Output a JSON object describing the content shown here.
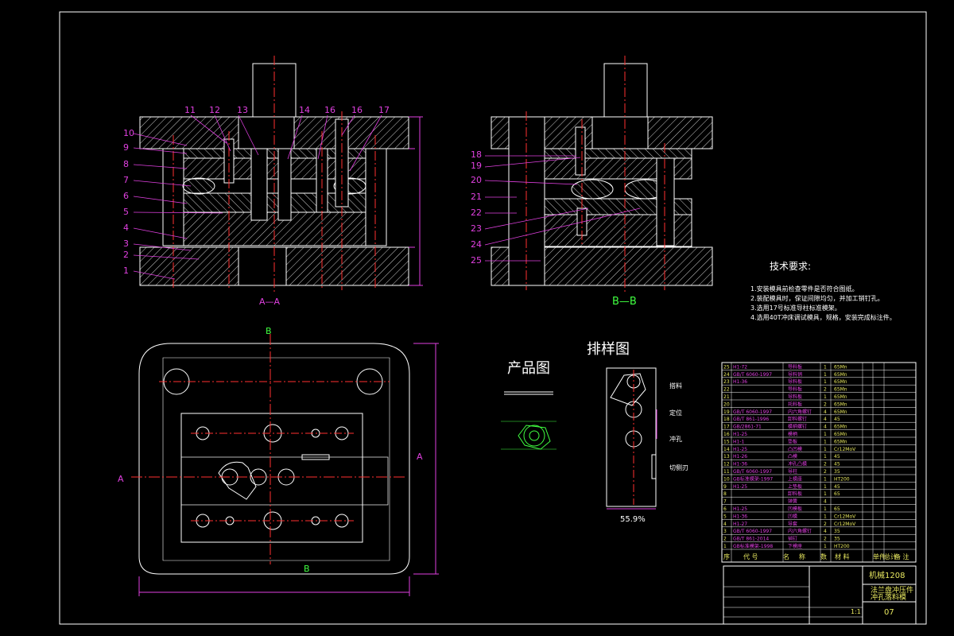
{
  "colors": {
    "background": "#000000",
    "frame": "#ffffff",
    "callout": "#e040e0",
    "section": "#40ff40",
    "center": "#ff3030",
    "dim": "#e040e0",
    "hatch": "#ffffff",
    "text": "#e8e860"
  },
  "section_aa": {
    "label": "A—A",
    "numbers_left": [
      "10",
      "9",
      "8",
      "7",
      "6",
      "5",
      "4",
      "3",
      "2",
      "1"
    ],
    "numbers_top": [
      "11",
      "12",
      "13",
      "14",
      "16",
      "16",
      "17"
    ]
  },
  "section_bb": {
    "label": "B—B",
    "numbers_left": [
      "18",
      "19",
      "20",
      "21",
      "22",
      "23",
      "24",
      "25"
    ]
  },
  "plan_view": {
    "mark_a_left": "A",
    "mark_a_right": "A",
    "mark_b_top": "B",
    "mark_b_bottom": "B"
  },
  "product": {
    "title": "产品图"
  },
  "layout_sheet": {
    "title": "排样图",
    "percent": "55.9%",
    "labels": [
      "搭料",
      "定位",
      "冲孔",
      "切侧刃"
    ]
  },
  "tech": {
    "title": "技术要求:",
    "items": [
      "1.安装模具前检查零件是否符合图纸。",
      "2.装配模具时，保证间隙均匀，并加工销钉孔。",
      "3.选用17号标准导柱标准模架。",
      "4.选用40T冲床调试模具，规格，安装完成标注件。"
    ]
  },
  "parts_table": {
    "rows": [
      {
        "no": "25",
        "code": "H1-72",
        "name": "导料板",
        "qty": "1",
        "mat": "65Mn"
      },
      {
        "no": "24",
        "code": "GB/T 6060-1997",
        "name": "导料销",
        "qty": "1",
        "mat": "65Mn"
      },
      {
        "no": "23",
        "code": "H1-36",
        "name": "导料板",
        "qty": "1",
        "mat": "65Mn"
      },
      {
        "no": "22",
        "code": "",
        "name": "导料板",
        "qty": "2",
        "mat": "65Mn"
      },
      {
        "no": "21",
        "code": "",
        "name": "导料板",
        "qty": "1",
        "mat": "65Mn"
      },
      {
        "no": "20",
        "code": "",
        "name": "托料板",
        "qty": "2",
        "mat": "65Mn"
      },
      {
        "no": "19",
        "code": "GB/T 6060-1997",
        "name": "内六角螺钉",
        "qty": "4",
        "mat": "65Mn"
      },
      {
        "no": "18",
        "code": "GB/T 861-1996",
        "name": "卸料螺钉",
        "qty": "4",
        "mat": "45"
      },
      {
        "no": "17",
        "code": "GB/2861-71",
        "name": "模柄螺钉",
        "qty": "4",
        "mat": "65Mn"
      },
      {
        "no": "16",
        "code": "H1-25",
        "name": "模柄",
        "qty": "1",
        "mat": "65Mn"
      },
      {
        "no": "15",
        "code": "H1-1",
        "name": "垫板",
        "qty": "1",
        "mat": "65Mn"
      },
      {
        "no": "14",
        "code": "H1-25",
        "name": "凸凹模",
        "qty": "1",
        "mat": "Cr12MoV"
      },
      {
        "no": "13",
        "code": "H1-26",
        "name": "凸模",
        "qty": "1",
        "mat": "45"
      },
      {
        "no": "12",
        "code": "H1-36",
        "name": "冲孔凸模",
        "qty": "2",
        "mat": "45"
      },
      {
        "no": "11",
        "code": "GB/T 6060-1997",
        "name": "导柱",
        "qty": "2",
        "mat": "35"
      },
      {
        "no": "10",
        "code": "GB标准模架-1997",
        "name": "上模座",
        "qty": "1",
        "mat": "HT200"
      },
      {
        "no": "9",
        "code": "H1-25",
        "name": "上垫板",
        "qty": "1",
        "mat": "45"
      },
      {
        "no": "8",
        "code": "",
        "name": "卸料板",
        "qty": "1",
        "mat": "65"
      },
      {
        "no": "7",
        "code": "",
        "name": "弹簧",
        "qty": "4",
        "mat": ""
      },
      {
        "no": "6",
        "code": "H1-25",
        "name": "凹模板",
        "qty": "1",
        "mat": "65"
      },
      {
        "no": "5",
        "code": "H1-36",
        "name": "凹模",
        "qty": "1",
        "mat": "Cr12MoV"
      },
      {
        "no": "4",
        "code": "H1-27",
        "name": "导套",
        "qty": "2",
        "mat": "Cr12MoV"
      },
      {
        "no": "3",
        "code": "GB/T 6060-1997",
        "name": "内六角螺钉",
        "qty": "4",
        "mat": "35"
      },
      {
        "no": "2",
        "code": "GB/T 861-2014",
        "name": "销钉",
        "qty": "2",
        "mat": "35"
      },
      {
        "no": "1",
        "code": "GB标准模架-1998",
        "name": "下模座",
        "qty": "1",
        "mat": "HT200"
      }
    ],
    "header": [
      "序",
      "代 号",
      "名",
      "称",
      "数",
      "材 料",
      "单件",
      "总计",
      "备 注"
    ]
  },
  "title_block": {
    "project": "机械1208",
    "title_line1": "法兰盘冲压件",
    "title_line2": "冲孔落料模",
    "drawing_no": "07",
    "scale": "1:1"
  }
}
